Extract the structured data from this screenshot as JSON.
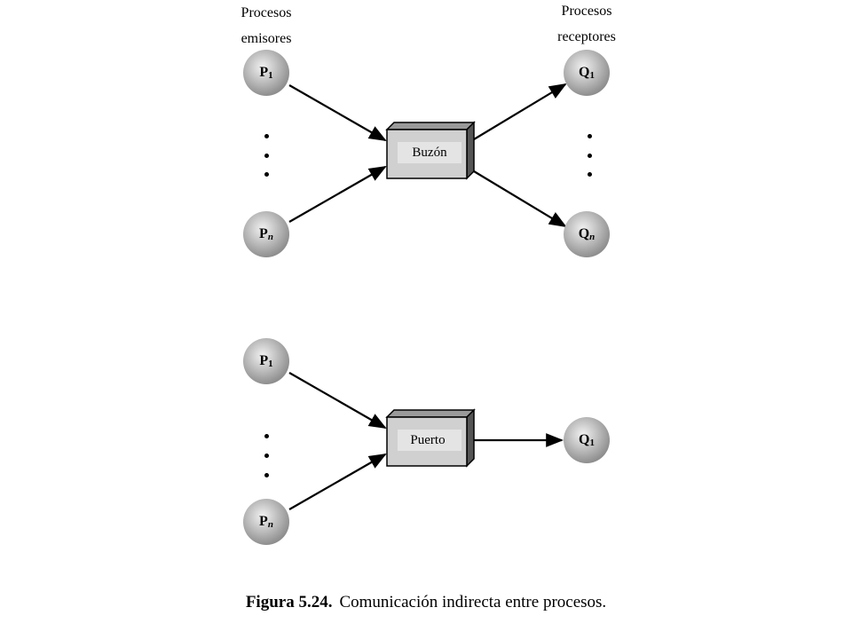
{
  "header": {
    "senders": [
      "Procesos",
      "emisores"
    ],
    "receivers": [
      "Procesos",
      "receptores"
    ]
  },
  "top": {
    "box_label": "Buzón",
    "sender_first": {
      "base": "P",
      "sub": "1"
    },
    "sender_last": {
      "base": "P",
      "sub": "n"
    },
    "receiver_first": {
      "base": "Q",
      "sub": "1"
    },
    "receiver_last": {
      "base": "Q",
      "sub": "n"
    }
  },
  "bottom": {
    "box_label": "Puerto",
    "sender_first": {
      "base": "P",
      "sub": "1"
    },
    "sender_last": {
      "base": "P",
      "sub": "n"
    },
    "receiver": {
      "base": "Q",
      "sub": "1"
    }
  },
  "caption": {
    "prefix": "Figura 5.24.",
    "text": "Comunicación indirecta entre procesos."
  },
  "colors": {
    "node_light": "#f2f2f2",
    "node_dark": "#8e8e8e",
    "box_face": "#d0d0d0",
    "box_side": "#555555",
    "line": "#000000"
  }
}
